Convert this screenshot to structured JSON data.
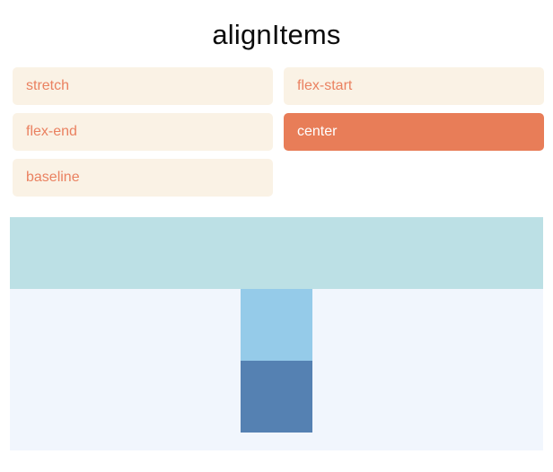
{
  "title": "alignItems",
  "options": [
    {
      "label": "stretch",
      "selected": false
    },
    {
      "label": "flex-start",
      "selected": false
    },
    {
      "label": "flex-end",
      "selected": false
    },
    {
      "label": "center",
      "selected": true
    },
    {
      "label": "baseline",
      "selected": false
    }
  ],
  "colors": {
    "accent": "#E87D58",
    "option_bg": "#FAF2E5",
    "option_text": "#EA8160",
    "selected_text": "#FFFFFF",
    "preview_bg": "#F1F6FD",
    "box_powderblue": "#BCE0E5",
    "box_skyblue": "#95CBE9",
    "box_steelblue": "#5581B2"
  },
  "preview": {
    "boxes": [
      {
        "name": "powderblue-box",
        "color_key": "box_powderblue",
        "full_width": true
      },
      {
        "name": "skyblue-box",
        "color_key": "box_skyblue",
        "full_width": false
      },
      {
        "name": "steelblue-box",
        "color_key": "box_steelblue",
        "full_width": false
      }
    ]
  }
}
